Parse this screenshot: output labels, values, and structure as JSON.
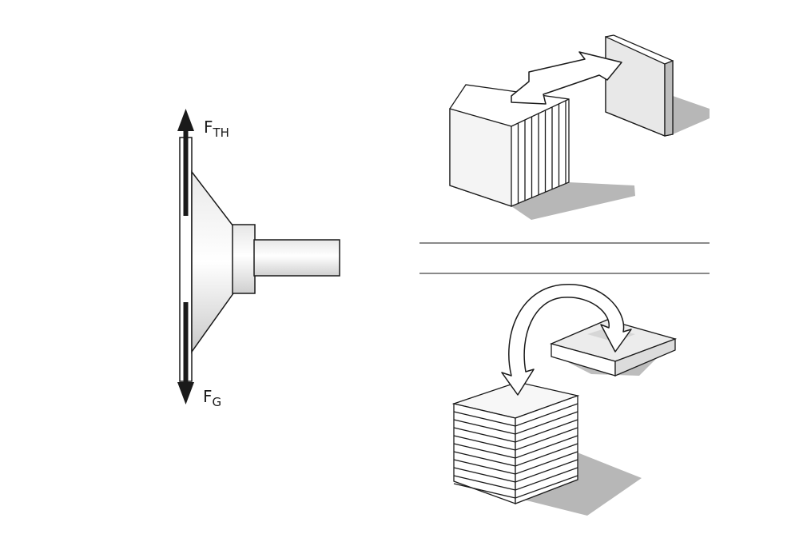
{
  "labels": {
    "force_top": {
      "main": "F",
      "sub": "TH"
    },
    "force_bottom": {
      "main": "F",
      "sub": "G"
    }
  },
  "colors": {
    "line": "#1a1a1a",
    "light_face": "#f4f4f4",
    "mid_face": "#d9d9d9",
    "shadow": "#b7b7b7",
    "divider": "#444444"
  }
}
